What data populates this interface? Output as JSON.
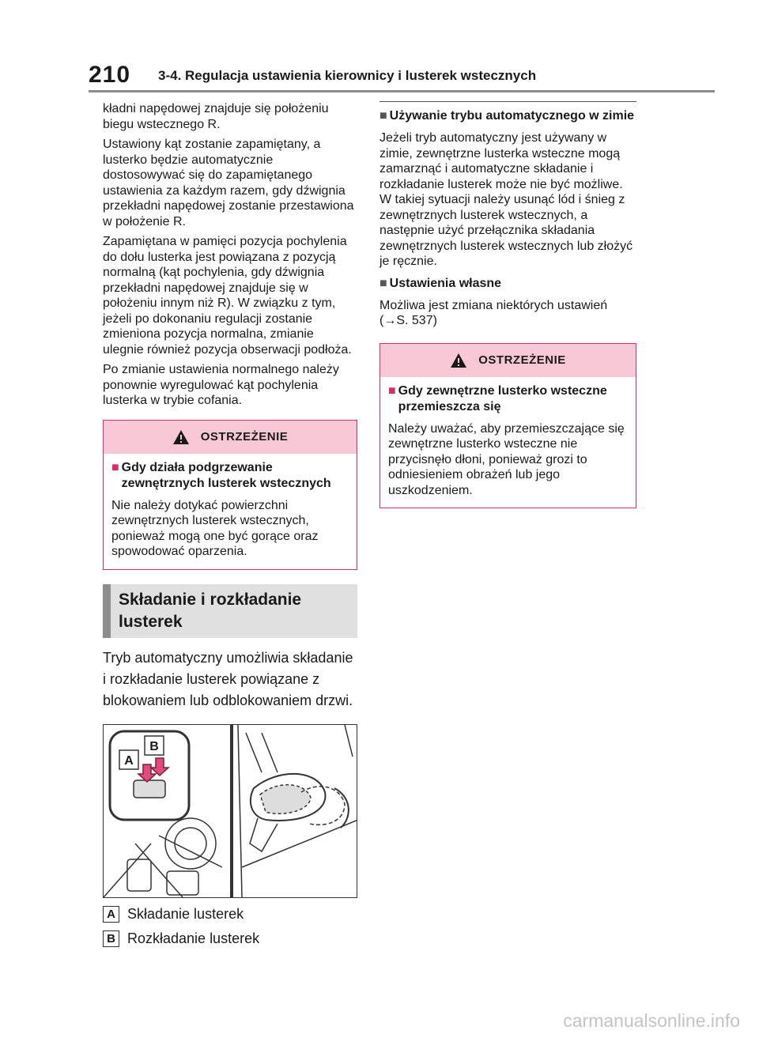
{
  "header": {
    "page_number": "210",
    "title": "3-4. Regulacja ustawienia kierownicy i lusterek wstecznych"
  },
  "left": {
    "paragraphs": [
      "kładni napędowej znajduje się położeniu biegu wstecznego R.",
      "Ustawiony kąt zostanie zapamiętany, a lusterko będzie automatycznie dostosowywać się do zapamiętanego ustawienia za każdym razem, gdy dźwignia przekładni napędowej zostanie przestawiona w położenie R.",
      "Zapamiętana w pamięci pozycja pochylenia do dołu lusterka jest powiązana z pozycją normalną (kąt pochylenia, gdy dźwignia przekładni napędowej znajduje się w położeniu innym niż R). W związku z tym, jeżeli po dokonaniu regulacji zostanie zmieniona pozycja normalna, zmianie ulegnie również pozycja obserwacji podłoża.",
      "Po zmianie ustawienia normalnego należy ponownie wyregulować kąt pochylenia lusterka w trybie cofania."
    ],
    "warning": {
      "title": "OSTRZEŻENIE",
      "subhead": "Gdy działa podgrzewanie zewnętrznych lusterek wstecznych",
      "text": "Nie należy dotykać powierzchni zewnętrznych lusterek wstecznych, ponieważ mogą one być gorące oraz spowodować oparzenia."
    },
    "section_title": "Składanie i rozkładanie lusterek",
    "intro": "Tryb automatyczny umożliwia składanie i rozkładanie lusterek powiązane z blokowaniem lub odblokowaniem drzwi.",
    "figure_labels": {
      "a": "A",
      "b": "B"
    },
    "legend": [
      {
        "tag": "A",
        "text": "Składanie lusterek"
      },
      {
        "tag": "B",
        "text": "Rozkładanie lusterek"
      }
    ]
  },
  "right": {
    "winter_subhead": "Używanie trybu automatycznego w zimie",
    "winter_text": "Jeżeli tryb automatyczny jest używany w zimie, zewnętrzne lusterka wsteczne mogą zamarznąć i automatyczne składanie i rozkładanie lusterek może nie być możliwe. W takiej sytuacji należy usunąć lód i śnieg z zewnętrznych lusterek wstecznych, a następnie użyć przełącznika składania zewnętrznych lusterek wstecznych lub złożyć je ręcznie.",
    "custom_subhead": "Ustawienia własne",
    "custom_text": "Możliwa jest zmiana niektórych ustawień (→S. 537)",
    "warning": {
      "title": "OSTRZEŻENIE",
      "subhead": "Gdy zewnętrzne lusterko wsteczne przemieszcza się",
      "text": "Należy uważać, aby przemieszczające się zewnętrzne lusterko wsteczne nie przycisnęło dłoni, ponieważ grozi to odniesieniem obrażeń lub jego uszkodzeniem."
    }
  },
  "watermark": "carmanualsonline.info",
  "colors": {
    "warning_border": "#d0306b",
    "warning_fill": "#f8c8d6",
    "section_fill": "#e0e0e0",
    "section_accent": "#8c8c8c"
  }
}
